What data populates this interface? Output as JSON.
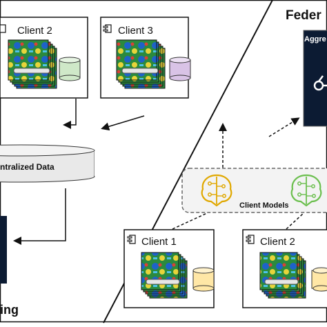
{
  "left_panel": {
    "clients": [
      {
        "label": "Client 2",
        "cylinder_color": "#cfe8c8"
      },
      {
        "label": "Client 3",
        "cylinder_color": "#d9c3e6"
      }
    ],
    "centralized_label": "ntralized Data",
    "bottom_title": "ing"
  },
  "right_panel": {
    "title": "Feder",
    "aggregator_label": "Aggre",
    "client_models_label": "Client Models",
    "model_colors": [
      "#e0a800",
      "#6bbf4e"
    ],
    "clients": [
      {
        "label": "Client 1",
        "cylinder_color": "#ffe7a6"
      },
      {
        "label": "Client 2",
        "cylinder_color": "#ffe7a6"
      }
    ]
  },
  "colors": {
    "server_bg": "#0c1b33",
    "panel_border": "#555555",
    "dashed_box_fill": "#f3f3f3"
  }
}
